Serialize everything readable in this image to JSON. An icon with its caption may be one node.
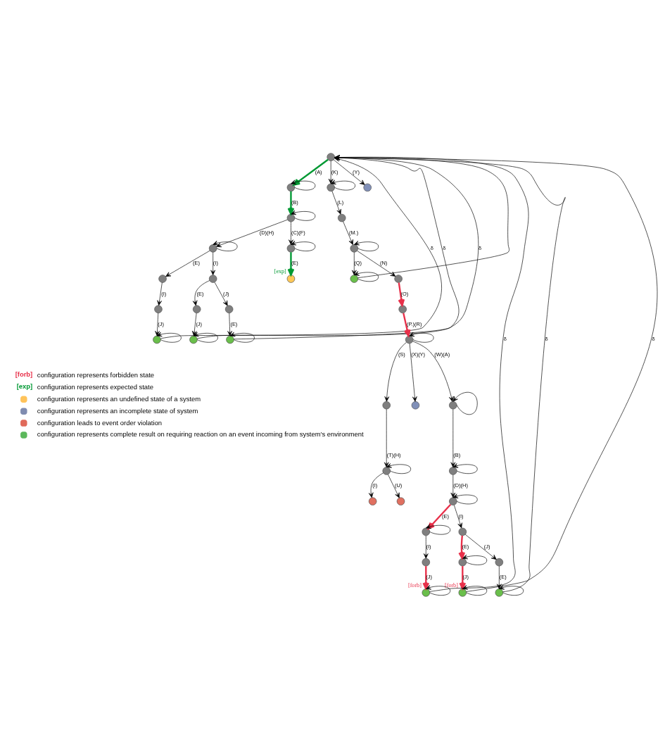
{
  "diagram": {
    "nodes": [
      {
        "text": [],
        "shape": "circle"
      },
      {
        "text": [],
        "shape": "circle"
      },
      {
        "text": [],
        "shape": "circle"
      },
      {
        "text": [],
        "shape": "circle"
      },
      {
        "text": [],
        "shape": "circle"
      },
      {
        "text": [],
        "shape": "circle",
        "beside": [
          "[exp]"
        ]
      },
      {
        "text": [],
        "shape": "circle"
      },
      {
        "text": [],
        "shape": "circle"
      },
      {
        "text": [],
        "shape": "circle"
      },
      {
        "text": [],
        "shape": "circle"
      },
      {
        "text": [],
        "shape": "circle"
      },
      {
        "text": [],
        "shape": "circle"
      },
      {
        "text": [],
        "shape": "circle"
      },
      {
        "text": [],
        "shape": "circle"
      },
      {
        "text": [],
        "shape": "circle"
      },
      {
        "text": [],
        "shape": "circle"
      },
      {
        "text": [],
        "shape": "circle"
      },
      {
        "text": [],
        "shape": "circle"
      },
      {
        "text": [],
        "shape": "circle"
      },
      {
        "text": [],
        "shape": "circle"
      },
      {
        "text": [],
        "shape": "circle"
      },
      {
        "text": [],
        "shape": "circle"
      },
      {
        "text": [],
        "shape": "circle"
      },
      {
        "text": [],
        "shape": "circle"
      },
      {
        "text": [],
        "shape": "circle"
      },
      {
        "text": [],
        "shape": "circle"
      },
      {
        "text": [],
        "shape": "circle"
      },
      {
        "text": [],
        "shape": "circle"
      },
      {
        "text": [],
        "shape": "circle"
      },
      {
        "text": [],
        "shape": "circle"
      },
      {
        "text": [],
        "shape": "circle"
      },
      {
        "text": [],
        "shape": "circle"
      },
      {
        "text": [],
        "shape": "circle"
      },
      {
        "text": [],
        "shape": "circle"
      },
      {
        "text": [],
        "shape": "circle"
      },
      {
        "text": [],
        "shape": "circle",
        "beside": [
          "[forb]"
        ]
      },
      {
        "text": [],
        "shape": "circle"
      },
      {
        "text": [],
        "shape": "circle",
        "beside": [
          "[forb]"
        ]
      }
    ],
    "edges": [
      {
        "from": 0,
        "to": 1,
        "arrow": "to",
        "label": "(A)",
        "style": "thick",
        "color": "#009933"
      },
      {
        "from": 1,
        "to": 1,
        "arrow": "to"
      },
      {
        "from": 1,
        "to": 2,
        "arrow": "to",
        "label": "(B)",
        "style": "thick",
        "color": "#009933"
      },
      {
        "from": 2,
        "to": 2,
        "arrow": "to"
      },
      {
        "from": 2,
        "to": 3,
        "arrow": "to",
        "label": "(D)(H)"
      },
      {
        "from": 3,
        "to": 3,
        "arrow": "to"
      },
      {
        "from": 2,
        "to": 4,
        "arrow": "to",
        "label": "(C)(F)"
      },
      {
        "from": 4,
        "to": 4,
        "arrow": "to"
      },
      {
        "from": 4,
        "to": 5,
        "arrow": "to",
        "label": "(E)",
        "style": "thick",
        "color": "#009933"
      },
      {
        "from": 3,
        "to": 6,
        "arrow": "to",
        "label": "(E)"
      },
      {
        "from": 3,
        "to": 7,
        "arrow": "to",
        "label": "(I)"
      },
      {
        "from": 6,
        "to": 8,
        "arrow": "to",
        "label": "(I)"
      },
      {
        "from": 8,
        "to": 9,
        "arrow": "to",
        "label": "(J)"
      },
      {
        "from": 9,
        "to": 9,
        "arrow": "to"
      },
      {
        "from": 7,
        "to": 10,
        "arrow": "to",
        "label": "(E)"
      },
      {
        "from": 7,
        "to": 11,
        "arrow": "to",
        "label": "(J)"
      },
      {
        "from": 10,
        "to": 13,
        "arrow": "to",
        "label": "(J)"
      },
      {
        "from": 13,
        "to": 13,
        "arrow": "to"
      },
      {
        "from": 11,
        "to": 12,
        "arrow": "to",
        "label": "(E)"
      },
      {
        "from": 12,
        "to": 12,
        "arrow": "to"
      },
      {
        "from": 13,
        "to": 0,
        "arrow": "to",
        "label": "δ"
      },
      {
        "from": 9,
        "to": 0,
        "arrow": "to",
        "label": "δ"
      },
      {
        "from": 12,
        "to": 0,
        "arrow": "to",
        "label": "δ"
      },
      {
        "from": 0,
        "to": 14,
        "arrow": "to",
        "label": "(K)"
      },
      {
        "from": 14,
        "to": 14,
        "arrow": "to"
      },
      {
        "from": 0,
        "to": 15,
        "arrow": "to",
        "label": "(Y)"
      },
      {
        "from": 14,
        "to": 16,
        "arrow": "to",
        "label": "(L)"
      },
      {
        "from": 16,
        "to": 17,
        "arrow": "to",
        "label": "(M.)"
      },
      {
        "from": 17,
        "to": 17,
        "arrow": "to"
      },
      {
        "from": 17,
        "to": 18,
        "arrow": "to",
        "label": "(Q)"
      },
      {
        "from": 18,
        "to": 18,
        "arrow": "to"
      },
      {
        "from": 18,
        "to": 0,
        "arrow": "to"
      },
      {
        "from": 17,
        "to": 19,
        "arrow": "to",
        "label": "(N)"
      },
      {
        "from": 19,
        "to": 20,
        "arrow": "to",
        "label": "(O)",
        "style": "thick",
        "color": "#e8304a"
      },
      {
        "from": 20,
        "to": 21,
        "arrow": "to",
        "label": "(P.)(R)",
        "style": "thick",
        "color": "#e8304a"
      },
      {
        "from": 21,
        "to": 21,
        "arrow": "to"
      },
      {
        "from": 21,
        "to": 22,
        "arrow": "to",
        "label": "(S)"
      },
      {
        "from": 21,
        "to": 23,
        "arrow": "to",
        "label": "(X)(Y)"
      },
      {
        "from": 21,
        "to": 24,
        "arrow": "to",
        "label": "(W)(A)"
      },
      {
        "from": 24,
        "to": 24,
        "arrow": "to"
      },
      {
        "from": 22,
        "to": 25,
        "arrow": "to",
        "label": "(T)(H)"
      },
      {
        "from": 25,
        "to": 25,
        "arrow": "to"
      },
      {
        "from": 25,
        "to": 26,
        "arrow": "to",
        "label": "(I)"
      },
      {
        "from": 25,
        "to": 27,
        "arrow": "to",
        "label": "(U)"
      },
      {
        "from": 24,
        "to": 28,
        "arrow": "to",
        "label": "(B)"
      },
      {
        "from": 28,
        "to": 28,
        "arrow": "to"
      },
      {
        "from": 28,
        "to": 29,
        "arrow": "to",
        "label": "(D)(H)"
      },
      {
        "from": 29,
        "to": 29,
        "arrow": "to"
      },
      {
        "from": 29,
        "to": 30,
        "arrow": "to",
        "label": "(E)",
        "style": "thick",
        "color": "#e8304a"
      },
      {
        "from": 30,
        "to": 30,
        "arrow": "to"
      },
      {
        "from": 29,
        "to": 31,
        "arrow": "to",
        "label": "(I)"
      },
      {
        "from": 30,
        "to": 32,
        "arrow": "to",
        "label": "(I)"
      },
      {
        "from": 32,
        "to": 35,
        "arrow": "to",
        "label": "(J)",
        "style": "thick",
        "color": "#e8304a"
      },
      {
        "from": 35,
        "to": 35,
        "arrow": "to"
      },
      {
        "from": 31,
        "to": 33,
        "arrow": "to",
        "label": "(E)",
        "style": "thick",
        "color": "#e8304a"
      },
      {
        "from": 33,
        "to": 33,
        "arrow": "to"
      },
      {
        "from": 31,
        "to": 34,
        "arrow": "to",
        "label": "(J)"
      },
      {
        "from": 34,
        "to": 36,
        "arrow": "to",
        "label": "(E)"
      },
      {
        "from": 36,
        "to": 36,
        "arrow": "to"
      },
      {
        "from": 33,
        "to": 37,
        "arrow": "to",
        "label": "(J)",
        "style": "thick",
        "color": "#e8304a"
      },
      {
        "from": 37,
        "to": 37,
        "arrow": "to"
      },
      {
        "from": 35,
        "to": 0,
        "arrow": "to",
        "label": "δ"
      },
      {
        "from": 36,
        "to": 0,
        "arrow": "to",
        "label": "δ"
      },
      {
        "from": 37,
        "to": 0,
        "arrow": "to",
        "label": "δ"
      }
    ],
    "labels": [
      "[forb]",
      "configuration represents forbidden state",
      "[exp]",
      "configuration represents expected state"
    ],
    "legend": [
      {
        "text": "configuration represents an undefined state of a system",
        "color": "#ffc35a"
      },
      {
        "text": "configuration represents an incomplete state of system",
        "color": "#7f8cb0"
      },
      {
        "text": "configuration leads to event order violation",
        "color": "#e06a5a"
      },
      {
        "text": "configuration represents complete result on requiring reaction on an event incoming from system's environment",
        "color": "#5cb85c"
      }
    ]
  }
}
